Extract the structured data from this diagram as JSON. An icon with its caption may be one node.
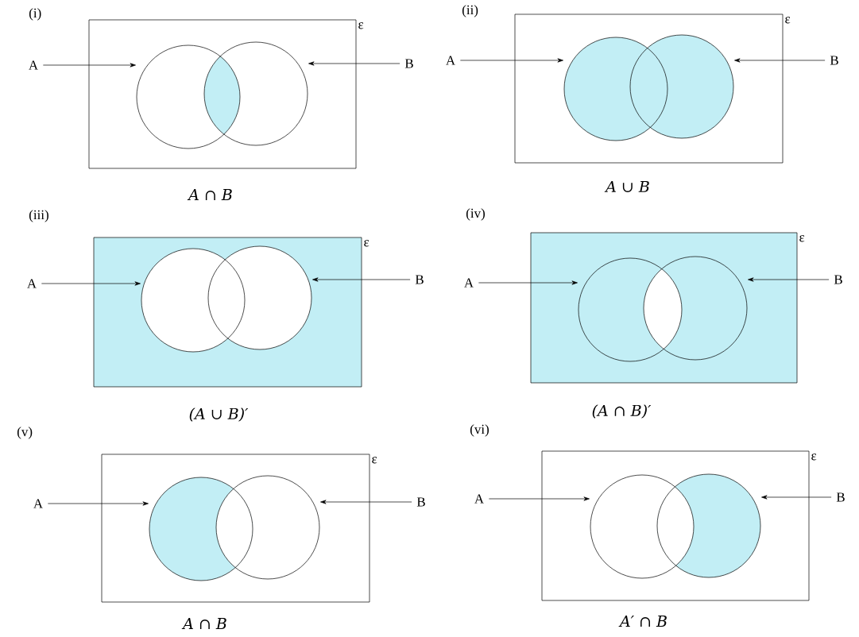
{
  "diagram": {
    "nodes": [
      {
        "text": [
          "ε"
        ]
      },
      {
        "text": [],
        "shape": "circle",
        "in": 0
      },
      {
        "text": [],
        "shape": "circle",
        "in": 0
      },
      {
        "text": [
          "A"
        ]
      },
      {
        "text": [
          "B"
        ]
      },
      {
        "text": [
          "ε"
        ]
      },
      {
        "text": [],
        "shape": "circle",
        "in": 5
      },
      {
        "text": [],
        "shape": "circle",
        "in": 5
      },
      {
        "text": [
          "A"
        ]
      },
      {
        "text": [
          "B"
        ]
      },
      {
        "text": [
          "ε"
        ]
      },
      {
        "text": [],
        "shape": "circle",
        "in": 10
      },
      {
        "text": [],
        "shape": "circle",
        "in": 10
      },
      {
        "text": [
          "A"
        ]
      },
      {
        "text": [
          "B"
        ]
      },
      {
        "text": [
          "ε"
        ]
      },
      {
        "text": [],
        "shape": "circle",
        "in": 15
      },
      {
        "text": [],
        "shape": "circle",
        "in": 15
      },
      {
        "text": [
          "A"
        ]
      },
      {
        "text": [
          "B"
        ]
      },
      {
        "text": [
          "ε"
        ]
      },
      {
        "text": [],
        "shape": "circle",
        "in": 20
      },
      {
        "text": [],
        "shape": "circle",
        "in": 20
      },
      {
        "text": [
          "A"
        ]
      },
      {
        "text": [
          "B"
        ]
      },
      {
        "text": [
          "ε"
        ]
      },
      {
        "text": [],
        "shape": "circle",
        "in": 25
      },
      {
        "text": [],
        "shape": "circle",
        "in": 25
      },
      {
        "text": [
          "A"
        ]
      },
      {
        "text": [
          "B"
        ]
      }
    ],
    "edges": [
      {
        "from": 3,
        "to": 1,
        "arrow": "to"
      },
      {
        "from": 4,
        "to": 2,
        "arrow": "to"
      },
      {
        "from": 8,
        "to": 6,
        "arrow": "to"
      },
      {
        "from": 9,
        "to": 7,
        "arrow": "to"
      },
      {
        "from": 13,
        "to": 11,
        "arrow": "to"
      },
      {
        "from": 14,
        "to": 12,
        "arrow": "to"
      },
      {
        "from": 18,
        "to": 16,
        "arrow": "to"
      },
      {
        "from": 19,
        "to": 17,
        "arrow": "to"
      },
      {
        "from": 23,
        "to": 21,
        "arrow": "to"
      },
      {
        "from": 24,
        "to": 22,
        "arrow": "to"
      },
      {
        "from": 28,
        "to": 26,
        "arrow": "to"
      },
      {
        "from": 29,
        "to": 27,
        "arrow": "to"
      }
    ],
    "labels": [
      "(i)",
      "(ii)",
      "A ∩ B",
      "A ∪ B",
      "(iii)",
      "(iv)",
      "(A ∪ B)′",
      "(A ∩ B)′",
      "(v)",
      "(vi)",
      "A ∩ B",
      "A′ ∩ B"
    ]
  }
}
